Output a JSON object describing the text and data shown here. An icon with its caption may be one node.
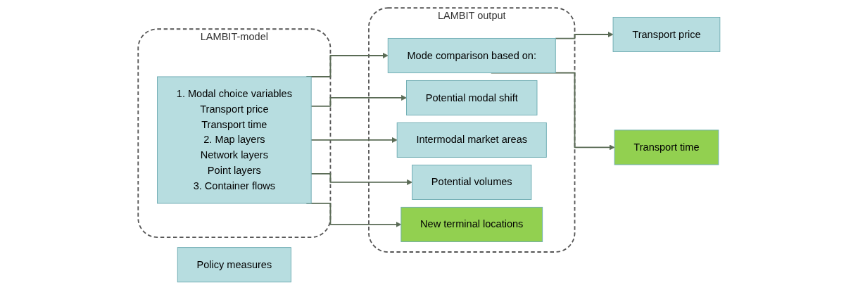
{
  "diagram": {
    "nodes": [
      {
        "text": [
          "Policy measures"
        ]
      },
      {
        "text": [
          "LAMBIT-model"
        ]
      },
      {
        "text": [
          "1. Modal choice variables",
          "Transport price",
          "Transport time",
          "2. Map layers",
          "Network layers",
          "Point layers",
          "3. Container flows"
        ],
        "in": 1
      },
      {
        "text": [
          "LAMBIT output"
        ]
      },
      {
        "text": [
          "Mode comparison based on:"
        ],
        "in": 3
      },
      {
        "text": [
          "Potential modal shift"
        ],
        "in": 3
      },
      {
        "text": [
          "Intermodal market areas"
        ],
        "in": 3
      },
      {
        "text": [
          "Potential volumes"
        ],
        "in": 3
      },
      {
        "text": [
          "New terminal locations"
        ],
        "in": 3
      },
      {
        "text": [
          "Transport price"
        ]
      },
      {
        "text": [
          "Transport time"
        ]
      }
    ],
    "edges": [
      {
        "from": 2,
        "to": 4,
        "arrow": "to"
      },
      {
        "from": 2,
        "to": 5,
        "arrow": "to"
      },
      {
        "from": 2,
        "to": 6,
        "arrow": "to"
      },
      {
        "from": 2,
        "to": 7,
        "arrow": "to"
      },
      {
        "from": 2,
        "to": 8,
        "arrow": "to"
      },
      {
        "from": 4,
        "to": 9,
        "arrow": "to"
      },
      {
        "from": 4,
        "to": 10,
        "arrow": "to"
      }
    ]
  }
}
